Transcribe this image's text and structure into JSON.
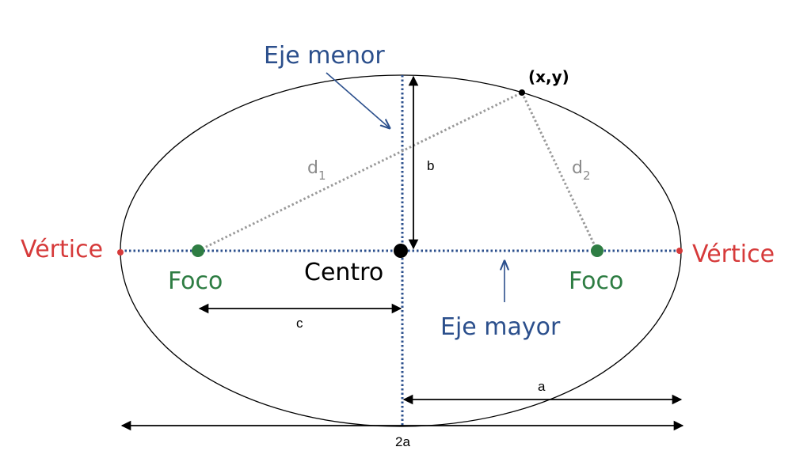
{
  "labels": {
    "minor_axis": "Eje menor",
    "major_axis": "Eje mayor",
    "point": "(x,y)",
    "vertex_left": "Vértice",
    "vertex_right": "Vértice",
    "focus_left": "Foco",
    "focus_right": "Foco",
    "center": "Centro",
    "d1_base": "d",
    "d1_sub": "1",
    "d2_base": "d",
    "d2_sub": "2",
    "b": "b",
    "c": "c",
    "a": "a",
    "two_a": "2a"
  },
  "colors": {
    "axis_blue": "#2b4f8c",
    "vertex_red": "#d63a3a",
    "focus_green": "#2e7d43",
    "distance_gray": "#9a9a9a",
    "outline_black": "#000000"
  }
}
